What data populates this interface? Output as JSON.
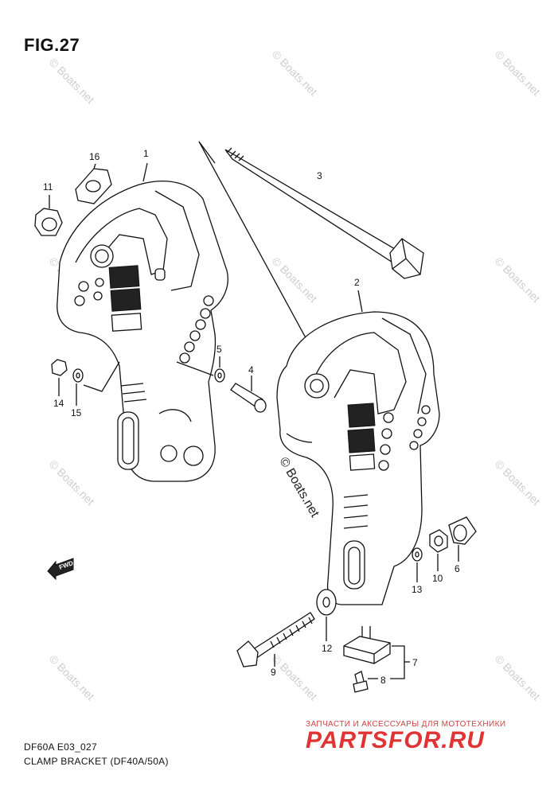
{
  "figure": {
    "title": "FIG.27",
    "code": "DF60A E03_027",
    "caption": "CLAMP BRACKET (DF40A/50A)"
  },
  "callouts": [
    {
      "id": "c1",
      "label": "1"
    },
    {
      "id": "c2",
      "label": "2"
    },
    {
      "id": "c3",
      "label": "3"
    },
    {
      "id": "c4",
      "label": "4"
    },
    {
      "id": "c5",
      "label": "5"
    },
    {
      "id": "c6",
      "label": "6"
    },
    {
      "id": "c7",
      "label": "7"
    },
    {
      "id": "c8",
      "label": "8"
    },
    {
      "id": "c9",
      "label": "9"
    },
    {
      "id": "c10",
      "label": "10"
    },
    {
      "id": "c11",
      "label": "11"
    },
    {
      "id": "c12",
      "label": "12"
    },
    {
      "id": "c13",
      "label": "13"
    },
    {
      "id": "c14",
      "label": "14"
    },
    {
      "id": "c15",
      "label": "15"
    },
    {
      "id": "c16",
      "label": "16"
    }
  ],
  "fwd_label": "FWD",
  "watermarks": {
    "faint": "© Boats.net",
    "main": "© Boats.net"
  },
  "brand": {
    "tagline": "ЗАПЧАСТИ И АКСЕССУАРЫ ДЛЯ МОТОТЕХНИКИ",
    "name": "PARTSFOR.RU"
  },
  "colors": {
    "line": "#111111",
    "brand": "#e03434",
    "watermark": "#cfcfcf"
  }
}
